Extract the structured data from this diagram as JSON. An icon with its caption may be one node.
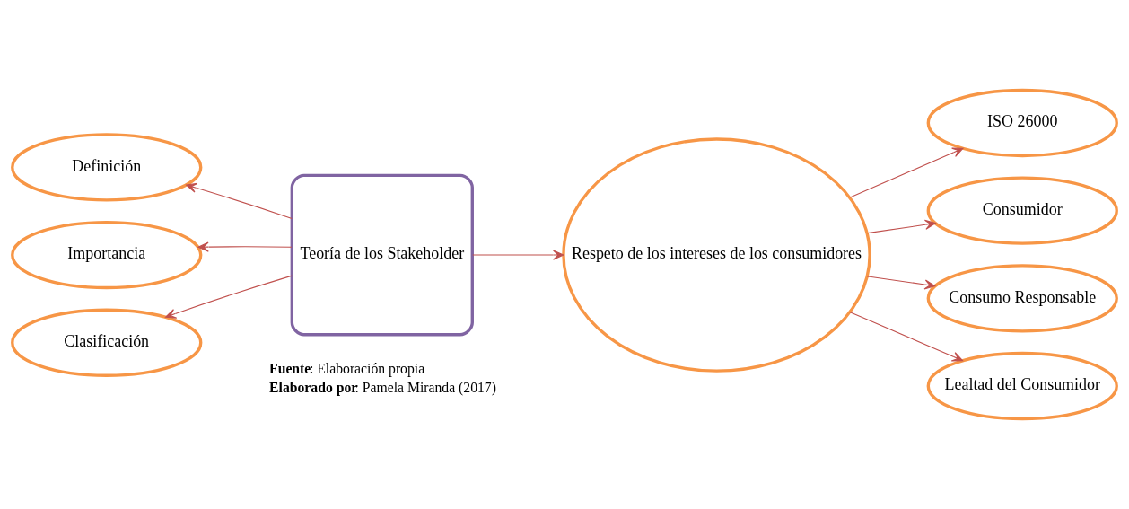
{
  "diagram": {
    "nodes": [
      {
        "text": [
          "Definición"
        ]
      },
      {
        "text": [
          "Importancia"
        ]
      },
      {
        "text": [
          "Clasificación"
        ]
      },
      {
        "text": [
          "Teoría de los Stakeholder"
        ]
      },
      {
        "text": [
          "Respeto de los intereses de los consumidores"
        ]
      },
      {
        "text": [
          "ISO 26000"
        ]
      },
      {
        "text": [
          "Consumidor"
        ]
      },
      {
        "text": [
          "Consumo Responsable"
        ]
      },
      {
        "text": [
          "Lealtad del Consumidor"
        ]
      }
    ],
    "edges": [
      {
        "from": 3,
        "to": 0,
        "arrow": "to"
      },
      {
        "from": 3,
        "to": 1,
        "arrow": "to"
      },
      {
        "from": 3,
        "to": 2,
        "arrow": "to"
      },
      {
        "from": 3,
        "to": 4,
        "arrow": "to"
      },
      {
        "from": 4,
        "to": 5,
        "arrow": "to"
      },
      {
        "from": 4,
        "to": 6,
        "arrow": "to"
      },
      {
        "from": 4,
        "to": 7,
        "arrow": "to"
      },
      {
        "from": 4,
        "to": 8,
        "arrow": "to"
      }
    ],
    "labels": [
      "**Fuente**: Elaboración propia",
      "**Elaborado por**: Pamela Miranda (2017)"
    ]
  }
}
